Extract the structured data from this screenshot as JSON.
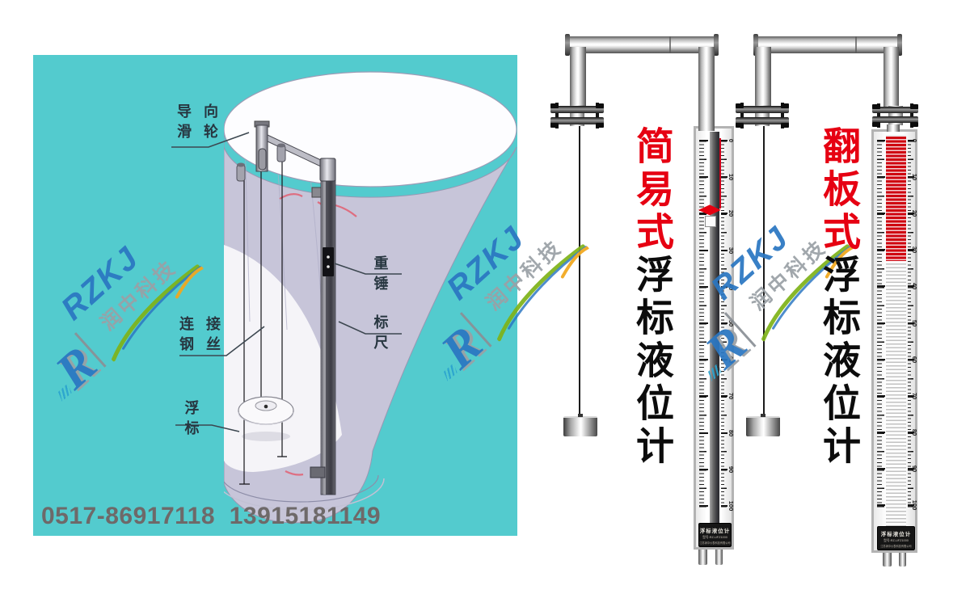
{
  "left_panel": {
    "labels": {
      "guide_pulley": "导 向\n滑 轮",
      "weight": "重 锤",
      "ruler": "标 尺",
      "connecting_wire": "连 接\n钢 丝",
      "float": "浮 标"
    },
    "phone": "0517-86917118  13915181149"
  },
  "watermark": {
    "r": "R",
    "letters": "RZKJ",
    "cn": "润中科技"
  },
  "products": [
    {
      "type": "简易式",
      "name": "浮标液位计"
    },
    {
      "type": "翻板式",
      "name": "浮标液位计"
    }
  ],
  "gauge": {
    "scale_values": [
      "0",
      "10",
      "20",
      "30",
      "40",
      "50",
      "60",
      "70",
      "80",
      "90",
      "100"
    ],
    "pointer_value": 19,
    "flap_fill_value": 33,
    "nameplate": {
      "title": "浮标液位计",
      "model": "型号:RZ-UFZ1000",
      "company": "江苏润中仪表科技有限公司"
    }
  },
  "colors": {
    "panel_teal": "#53cbce",
    "accent_red": "#e60012",
    "logo_blue": "#2b77c2",
    "logo_gray": "#9aa1a6",
    "flap_red": "#cf0310"
  }
}
